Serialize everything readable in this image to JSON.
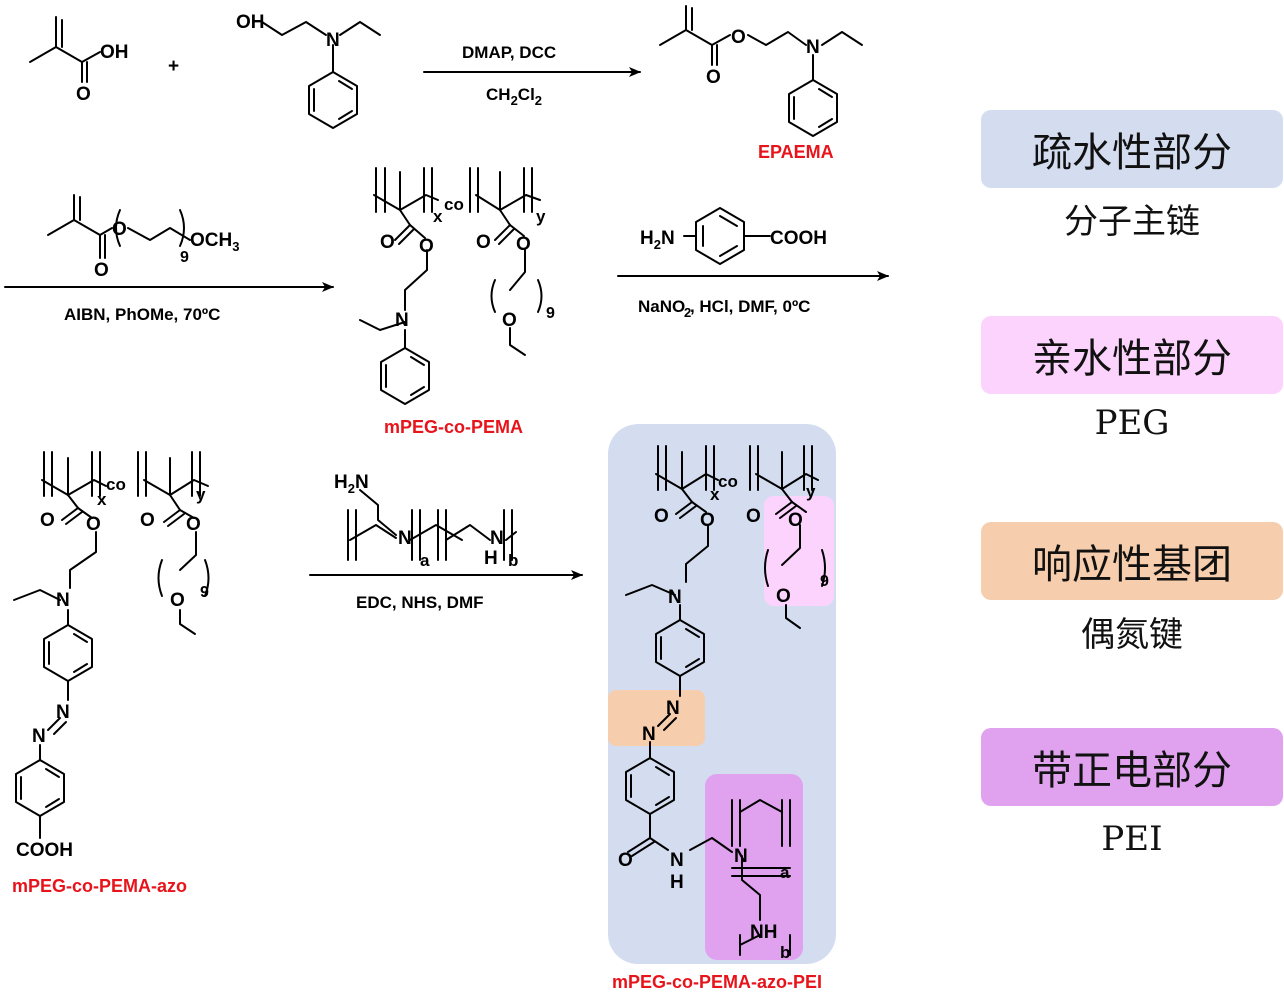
{
  "reaction1": {
    "plus": "+",
    "oh1": "OH",
    "o1": "O",
    "oh2": "OH",
    "n1": "N",
    "cond_top": "DMAP,  DCC",
    "cond_bottom_main": "CH",
    "cond_bottom_sub1": "2",
    "cond_bottom_mid": "Cl",
    "cond_bottom_sub2": "2",
    "product_name": "EPAEMA",
    "product_o1": "O",
    "product_o2": "O",
    "product_n": "N"
  },
  "reaction2": {
    "monomer_o1": "O",
    "monomer_o2": "O",
    "monomer_rep": "9",
    "monomer_och3": "OCH",
    "monomer_och3_sub": "3",
    "cond_bottom": "AIBN, PhOMe, 70ºC",
    "product_name": "mPEG-co-PEMA",
    "x": "x",
    "co": "co",
    "y": "y",
    "o": "O",
    "n": "N",
    "rep": "9"
  },
  "reaction3": {
    "reagent_h": "H",
    "reagent_h_sub": "2",
    "reagent_n": "N",
    "reagent_cooh": "COOH",
    "cond_bottom": "NaNO  , HCl, DMF, 0ºC",
    "cond_sub": "2"
  },
  "azo": {
    "name": "mPEG-co-PEMA-azo",
    "x": "x",
    "co": "co",
    "y": "y",
    "o": "O",
    "n": "N",
    "rep": "9",
    "cooh": "COOH"
  },
  "reaction4": {
    "reagent_h": "H",
    "reagent_h_sub": "2",
    "reagent_n": "N",
    "a": "a",
    "b": "b",
    "h": "H",
    "cond_bottom": "EDC, NHS, DMF"
  },
  "final": {
    "name": "mPEG-co-PEMA-azo-PEI",
    "x": "x",
    "co": "co",
    "y": "y",
    "o": "O",
    "n": "N",
    "rep": "9",
    "h": "H",
    "nh": "NH",
    "a": "a",
    "b": "b"
  },
  "legend": [
    {
      "box": "疏水性部分",
      "label": "分子主链",
      "color": "#d4ddf0"
    },
    {
      "box": "亲水性部分",
      "label": "PEG",
      "color": "#fcd3fc"
    },
    {
      "box": "响应性基团",
      "label": "偶氮键",
      "color": "#f6cdad"
    },
    {
      "box": "带正电部分",
      "label": "PEI",
      "color": "#e0a2ee"
    }
  ],
  "colors": {
    "name_red": "#e8141c",
    "final_panel": "#d4ddf0",
    "peg_highlight": "#fcd3fc",
    "azo_highlight": "#f6cdad",
    "pei_highlight": "#e0a2ee"
  }
}
